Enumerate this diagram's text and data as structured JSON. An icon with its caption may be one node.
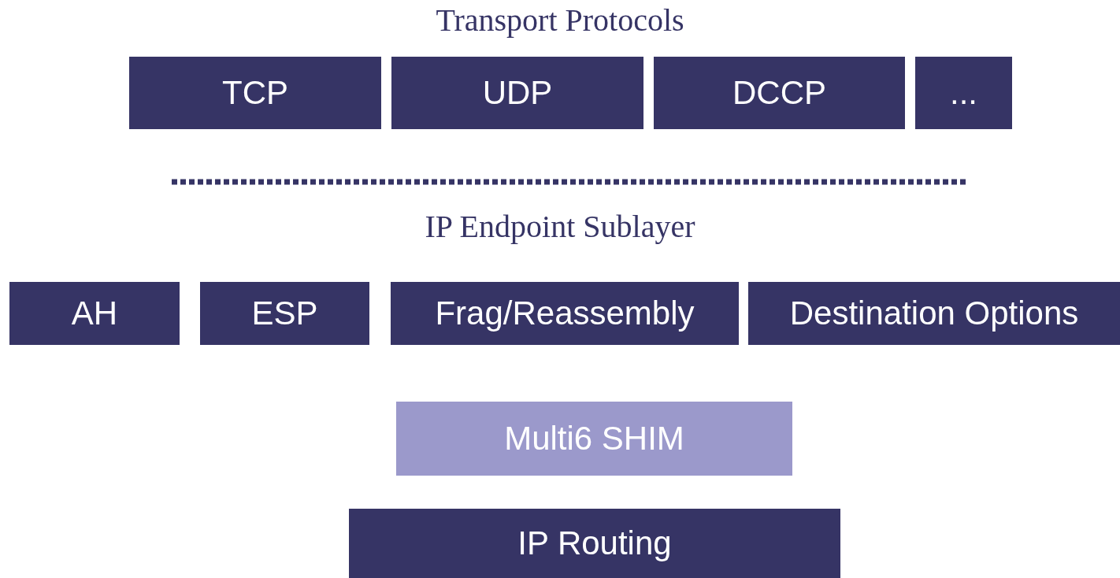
{
  "diagram": {
    "nodes": [
      {
        "text": [
          "TCP"
        ]
      },
      {
        "text": [
          "UDP"
        ]
      },
      {
        "text": [
          "DCCP"
        ]
      },
      {
        "text": [
          "..."
        ]
      },
      {
        "text": [
          "AH"
        ]
      },
      {
        "text": [
          "ESP"
        ]
      },
      {
        "text": [
          "Frag/Reassembly"
        ]
      },
      {
        "text": [
          "Destination Options"
        ]
      },
      {
        "text": [
          "Multi6 SHIM"
        ]
      },
      {
        "text": [
          "IP Routing"
        ]
      }
    ],
    "labels": [
      "Transport Protocols",
      "IP Endpoint Sublayer"
    ]
  }
}
